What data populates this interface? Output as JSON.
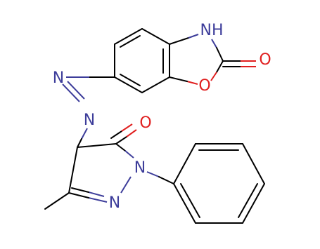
{
  "atoms": {
    "nh": {
      "label": "NH",
      "color": "#3d3d9a"
    },
    "o_carbonyl_top": {
      "label": "O",
      "color": "#e01f1f"
    },
    "o_ring": {
      "label": "O",
      "color": "#e01f1f"
    },
    "n_azo_upper": {
      "label": "N",
      "color": "#3d3d9a"
    },
    "n_azo_lower": {
      "label": "N",
      "color": "#3d3d9a"
    },
    "o_carbonyl_pyrazolone": {
      "label": "O",
      "color": "#e01f1f"
    },
    "n_pyrazole_ring": {
      "label": "N",
      "color": "#3d3d9a"
    },
    "n_pyrazole_imine": {
      "label": "N",
      "color": "#3d3d9a"
    }
  },
  "colors": {
    "bond": "#000000",
    "nitrogen": "#3d3d9a",
    "oxygen": "#e01f1f",
    "background": "#ffffff"
  }
}
